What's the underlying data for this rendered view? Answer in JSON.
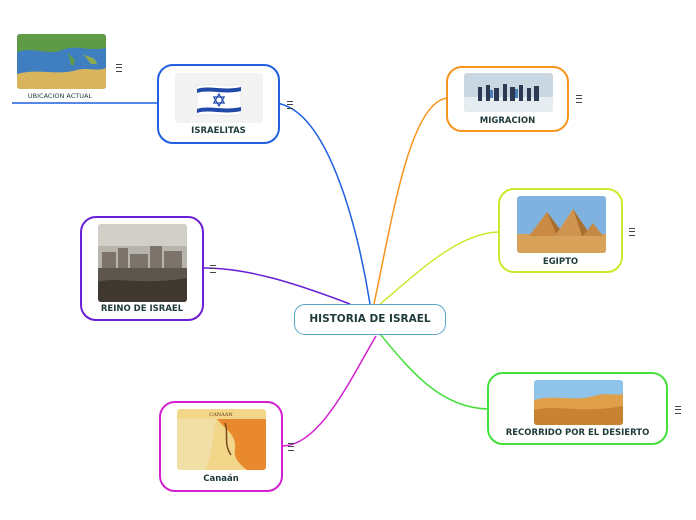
{
  "central_topic": "HISTORIA DE ISRAEL",
  "branches": {
    "israelitas": {
      "label": "ISRAELITAS",
      "color": "#1f5fe0",
      "image": "israel-flag"
    },
    "migracion": {
      "label": "MIGRACION",
      "color": "#f7941d",
      "image": "migrants-photo"
    },
    "egipto": {
      "label": "EGIPTO",
      "color": "#cfe82d",
      "image": "pyramids-photo"
    },
    "desierto": {
      "label": "RECORRIDO POR EL DESIERTO",
      "color": "#44e03a",
      "image": "desert-dunes-photo"
    },
    "canaan": {
      "label": "Canaán",
      "color": "#d21fcf",
      "image": "canaan-map"
    },
    "reino": {
      "label": "REINO DE ISRAEL",
      "color": "#6a1ed6",
      "image": "ancient-city-engraving"
    }
  },
  "subtopic": {
    "label": "UBICACION ACTUAL",
    "color": "#1f5fe0",
    "image": "mediterranean-map"
  },
  "map_caption": "CANAAN",
  "icons": {
    "notes": "notes-menu-icon"
  },
  "central_border_color": "#5aa4c8"
}
